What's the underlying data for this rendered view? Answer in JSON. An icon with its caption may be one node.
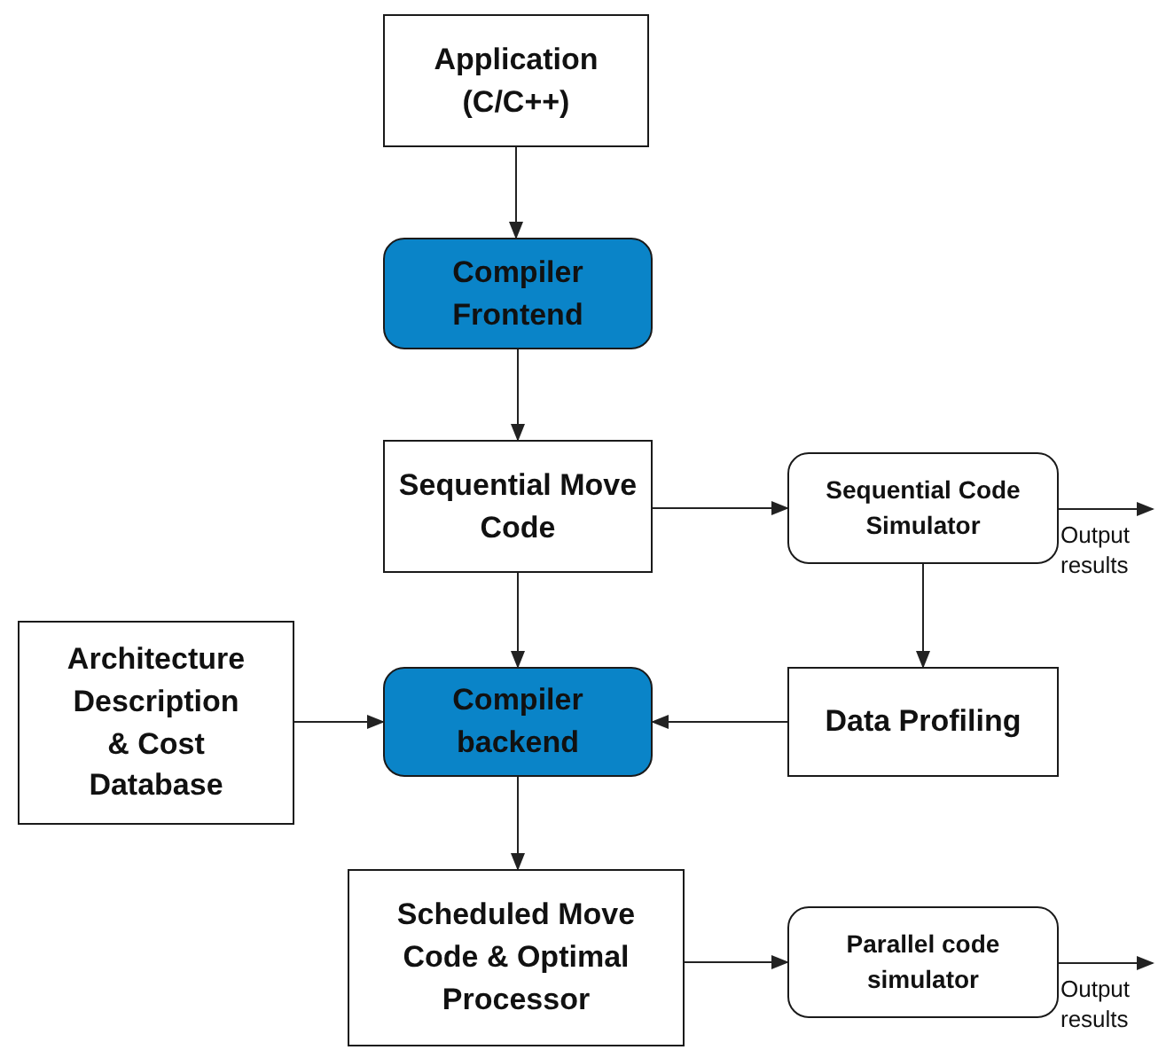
{
  "diagram": {
    "nodes": [
      {
        "text": [
          "Application (C/C++)"
        ]
      },
      {
        "text": [
          "Compiler Frontend"
        ]
      },
      {
        "text": [
          "Sequential Move Code"
        ]
      },
      {
        "text": [
          "Sequential Code Simulator"
        ]
      },
      {
        "text": [
          "Architecture Description & Cost Database"
        ]
      },
      {
        "text": [
          "Compiler backend"
        ]
      },
      {
        "text": [
          "Data Profiling"
        ]
      },
      {
        "text": [
          "Scheduled Move Code & Optimal Processor"
        ]
      },
      {
        "text": [
          "Parallel code simulator"
        ]
      },
      {
        "text": [
          "Output results"
        ]
      },
      {
        "text": [
          "Output results"
        ]
      }
    ],
    "edges": [
      {
        "from": 0,
        "to": 1,
        "arrow": "to"
      },
      {
        "from": 1,
        "to": 2,
        "arrow": "to"
      },
      {
        "from": 2,
        "to": 3,
        "arrow": "to"
      },
      {
        "from": 2,
        "to": 5,
        "arrow": "to"
      },
      {
        "from": 3,
        "to": 6,
        "arrow": "to"
      },
      {
        "from": 4,
        "to": 5,
        "arrow": "to"
      },
      {
        "from": 6,
        "to": 5,
        "arrow": "to"
      },
      {
        "from": 5,
        "to": 7,
        "arrow": "to"
      },
      {
        "from": 7,
        "to": 8,
        "arrow": "to"
      },
      {
        "from": 3,
        "to": 9,
        "arrow": "to"
      },
      {
        "from": 8,
        "to": 10,
        "arrow": "to"
      }
    ]
  }
}
